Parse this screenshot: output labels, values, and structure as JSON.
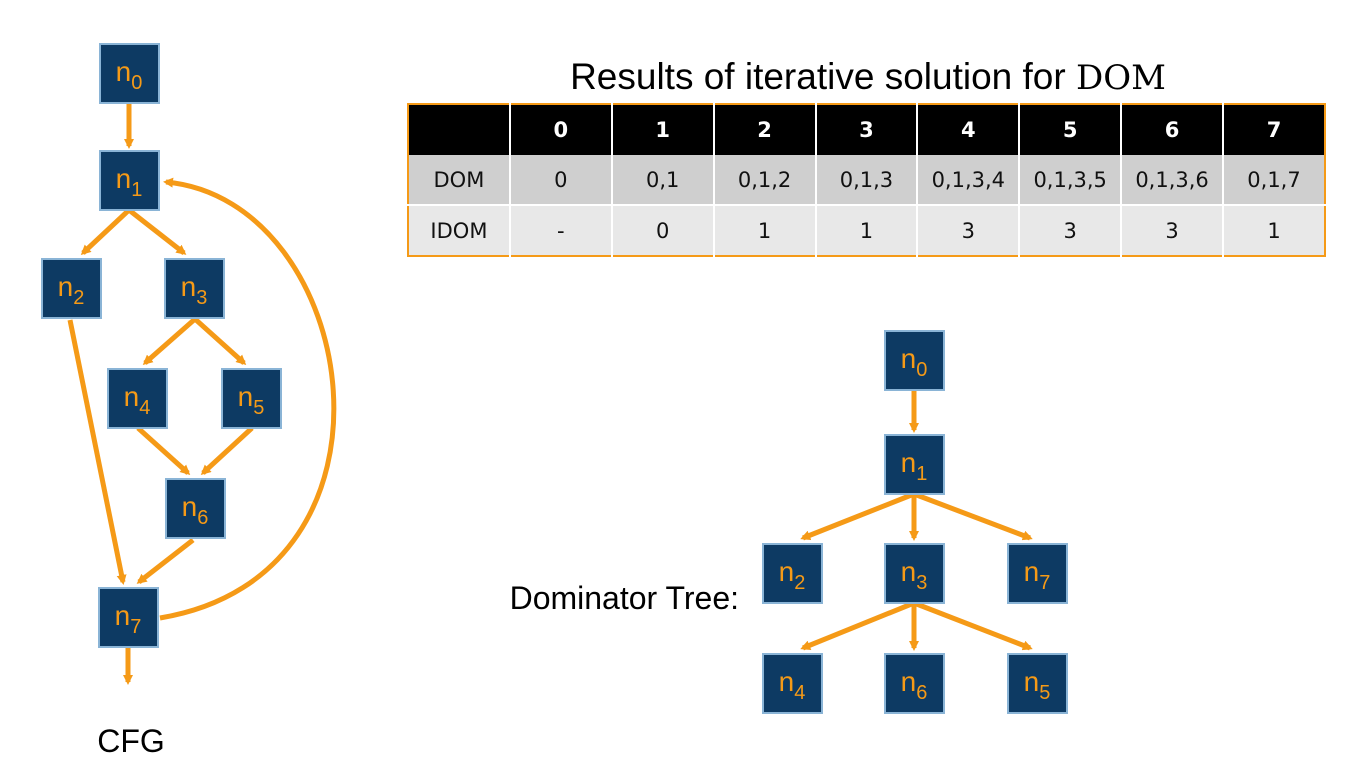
{
  "table": {
    "title": "Results of iterative solution for ",
    "title_math": "DOM",
    "header": [
      "",
      "0",
      "1",
      "2",
      "3",
      "4",
      "5",
      "6",
      "7"
    ],
    "rows": [
      {
        "label": "DOM",
        "cells": [
          "0",
          "0,1",
          "0,1,2",
          "0,1,3",
          "0,1,3,4",
          "0,1,3,5",
          "0,1,3,6",
          "0,1,7"
        ]
      },
      {
        "label": "IDOM",
        "cells": [
          "-",
          "0",
          "1",
          "1",
          "3",
          "3",
          "3",
          "1"
        ]
      }
    ]
  },
  "cfg": {
    "caption": "CFG",
    "nodes": [
      "n0",
      "n1",
      "n2",
      "n3",
      "n4",
      "n5",
      "n6",
      "n7"
    ]
  },
  "dominator_tree": {
    "caption": "Dominator Tree:",
    "nodes": [
      "n0",
      "n1",
      "n2",
      "n3",
      "n7",
      "n4",
      "n6",
      "n5"
    ]
  },
  "colors": {
    "node_fill": "#0d3a63",
    "node_border": "#8ab4d6",
    "accent": "#f59a17",
    "header_bg": "#000000"
  }
}
